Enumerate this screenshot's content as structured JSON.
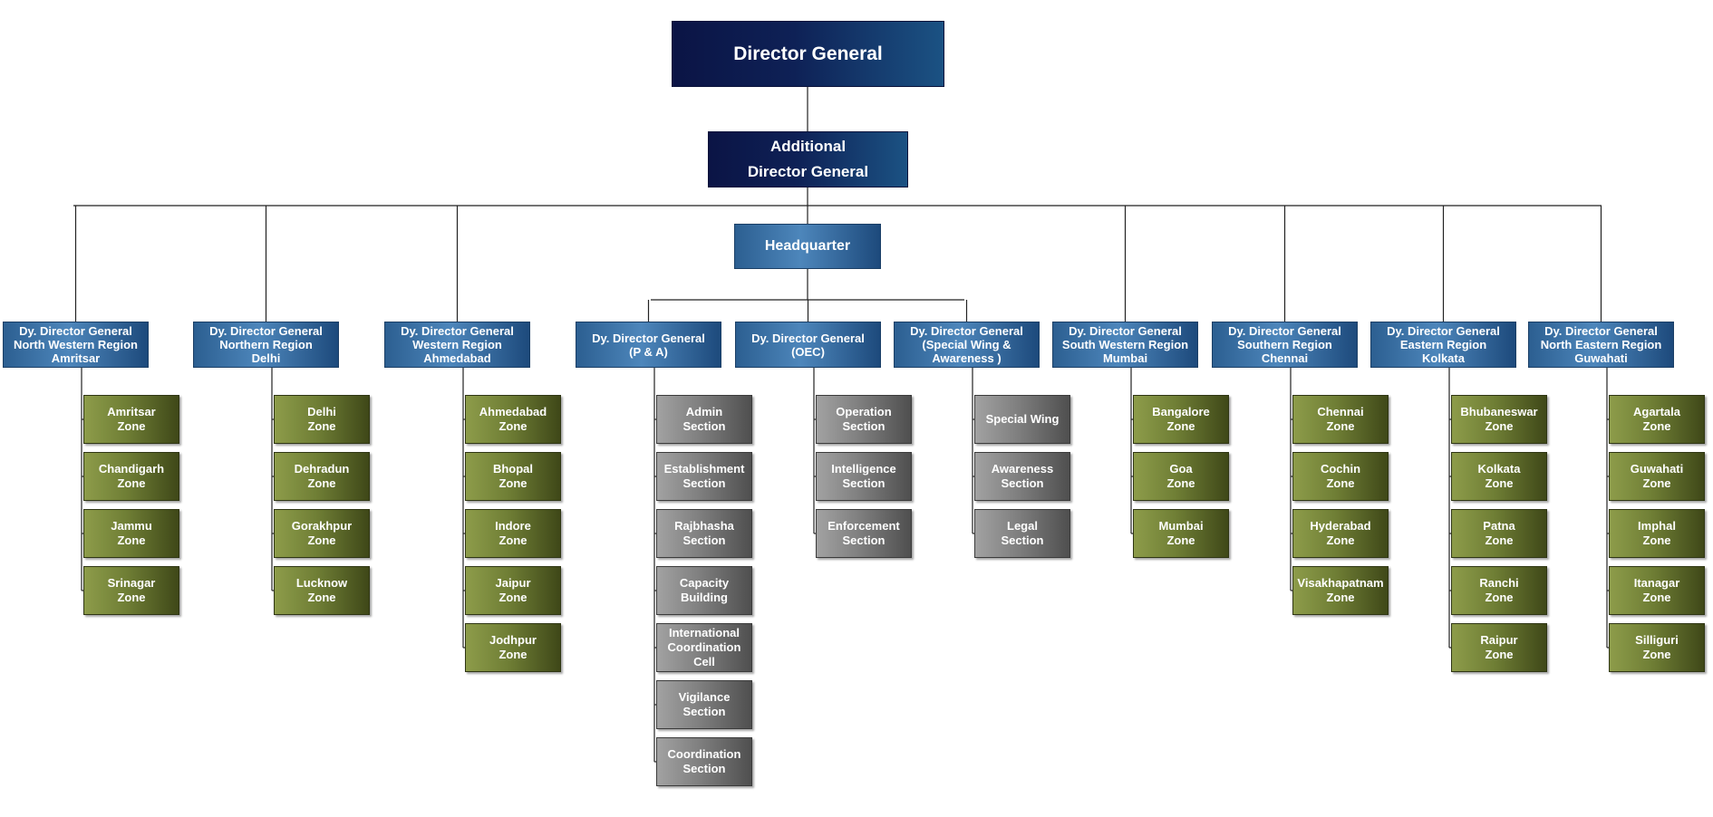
{
  "director_general": "Director General",
  "additional_dg": "Additional\nDirector General",
  "headquarter": "Headquarter",
  "regions": [
    {
      "label": "Dy. Director General\nNorth Western Region\nAmritsar",
      "units": [
        "Amritsar\nZone",
        "Chandigarh\nZone",
        "Jammu\nZone",
        "Srinagar\nZone"
      ]
    },
    {
      "label": "Dy. Director General\nNorthern Region\nDelhi",
      "units": [
        "Delhi\nZone",
        "Dehradun\nZone",
        "Gorakhpur\nZone",
        "Lucknow\nZone"
      ]
    },
    {
      "label": "Dy. Director General\nWestern Region\nAhmedabad",
      "units": [
        "Ahmedabad\nZone",
        "Bhopal\nZone",
        "Indore\nZone",
        "Jaipur\nZone",
        "Jodhpur\nZone"
      ]
    },
    {
      "label": "Dy. Director General\n(P & A)",
      "units": [
        "Admin\nSection",
        "Establishment\nSection",
        "Rajbhasha\nSection",
        "Capacity\nBuilding",
        "International\nCoordination\nCell",
        "Vigilance\nSection",
        "Coordination\nSection"
      ]
    },
    {
      "label": "Dy. Director General\n(OEC)",
      "units": [
        "Operation\nSection",
        "Intelligence\nSection",
        "Enforcement\nSection"
      ]
    },
    {
      "label": "Dy. Director General\n(Special Wing &\nAwareness )",
      "units": [
        "Special Wing",
        "Awareness\nSection",
        "Legal\nSection"
      ]
    },
    {
      "label": "Dy. Director General\nSouth Western Region\nMumbai",
      "units": [
        "Bangalore\nZone",
        "Goa\nZone",
        "Mumbai\nZone"
      ]
    },
    {
      "label": "Dy. Director General\nSouthern Region\nChennai",
      "units": [
        "Chennai\nZone",
        "Cochin\nZone",
        "Hyderabad\nZone",
        "Visakhapatnam\nZone"
      ]
    },
    {
      "label": "Dy. Director General\nEastern Region\nKolkata",
      "units": [
        "Bhubaneswar\nZone",
        "Kolkata\nZone",
        "Patna\nZone",
        "Ranchi\nZone",
        "Raipur\nZone"
      ]
    },
    {
      "label": "Dy. Director General\nNorth Eastern Region\nGuwahati",
      "units": [
        "Agartala\nZone",
        "Guwahati\nZone",
        "Imphal\nZone",
        "Itanagar\nZone",
        "Silliguri\nZone"
      ]
    }
  ]
}
